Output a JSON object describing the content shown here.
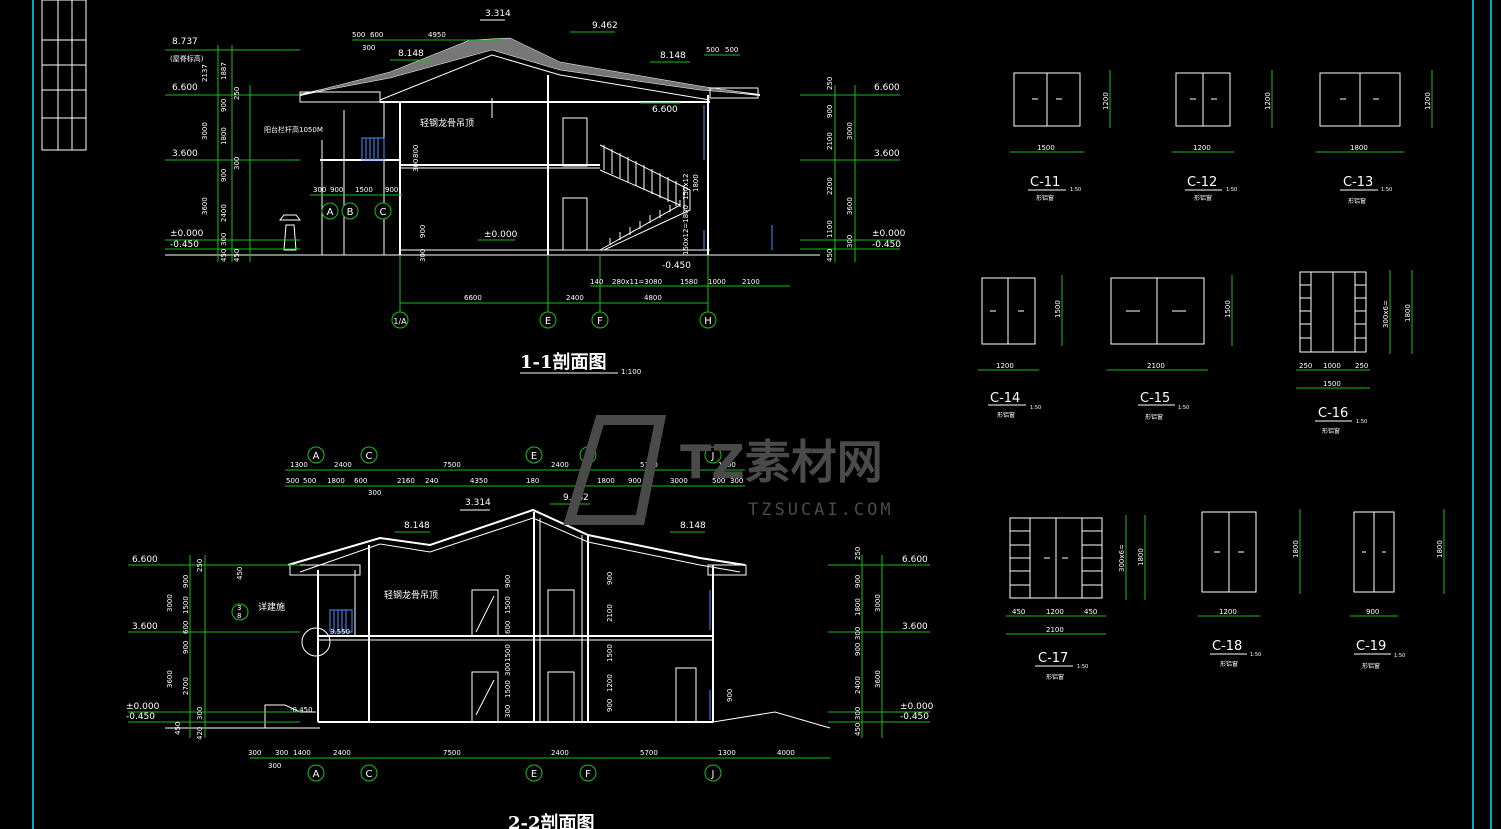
{
  "watermark": {
    "brand": "TZ素材网",
    "url": "TZSUCAI.COM"
  },
  "section1": {
    "title": "1-1剖面图",
    "scale": "1:100",
    "elevations_left": [
      "8.737",
      "6.600",
      "3.600",
      "±0.000",
      "-0.450"
    ],
    "elevations_right": [
      "6.600",
      "3.600",
      "±0.000",
      "-0.450"
    ],
    "ridge_marks": [
      "3.314",
      "9.462",
      "8.148",
      "8.148",
      "6.600",
      "±0.000",
      "-0.450"
    ],
    "top_dims": [
      "500",
      "600",
      "300",
      "4950",
      "500",
      "500"
    ],
    "note_left": "(屋脊标高)",
    "note_rail": "阳台栏杆高1050M",
    "note_ceiling": "轻钢龙骨吊顶",
    "left_vdims": [
      "2137",
      "1887",
      "250",
      "900",
      "1800",
      "3000",
      "300",
      "900",
      "2400",
      "3600",
      "300",
      "450",
      "450"
    ],
    "right_vdims": [
      "250",
      "900",
      "2100",
      "3000",
      "2200",
      "3600",
      "1100",
      "450",
      "300"
    ],
    "stair_dims": [
      "150x12",
      "1800",
      "150x12=1800"
    ],
    "mid_dims": [
      "300",
      "900",
      "1500",
      "900",
      "800",
      "300",
      "900",
      "300"
    ],
    "bottom_dims": [
      "140",
      "280x11=3080",
      "1580",
      "1000",
      "2100",
      "6600",
      "2400",
      "4800"
    ],
    "axes_small": [
      "A",
      "B",
      "C"
    ],
    "axes": [
      "1/A",
      "E",
      "F",
      "H"
    ]
  },
  "section2": {
    "title": "2-2剖面图",
    "axes_top": [
      "A",
      "C",
      "E",
      "F",
      "J"
    ],
    "axes_bottom": [
      "A",
      "C",
      "E",
      "F",
      "J"
    ],
    "dims_row1": [
      "1300",
      "2400",
      "7500",
      "2400",
      "5700",
      "1300"
    ],
    "dims_row2": [
      "500",
      "500",
      "1800",
      "600",
      "2160",
      "240",
      "4350",
      "180",
      "1800",
      "900",
      "3000",
      "500",
      "300"
    ],
    "dims_row2b": [
      "300"
    ],
    "ridge_marks": [
      "3.314",
      "9.462",
      "8.148",
      "8.148"
    ],
    "elevations_left": [
      "6.600",
      "3.600",
      "±0.000",
      "-0.450"
    ],
    "elevations_right": [
      "6.600",
      "3.600",
      "±0.000",
      "-0.450"
    ],
    "note_ceiling": "轻钢龙骨吊顶",
    "note_detail": "详建施",
    "detail_ref": [
      "3",
      "8"
    ],
    "mark_3550": "3.550",
    "mark_0450": "-0.450",
    "left_vdims": [
      "250",
      "900",
      "450",
      "3000",
      "1500",
      "600",
      "900",
      "2700",
      "3600",
      "300",
      "450",
      "420"
    ],
    "right_vdims": [
      "250",
      "900",
      "1800",
      "3000",
      "300",
      "900",
      "2400",
      "3600",
      "300",
      "450"
    ],
    "interior_vdims": [
      "900",
      "1500",
      "600",
      "1500",
      "300",
      "1500",
      "900",
      "2100",
      "1500",
      "1200",
      "900",
      "300",
      "900"
    ],
    "bottom_dims": [
      "300",
      "300",
      "1400",
      "2400",
      "7500",
      "2400",
      "5700",
      "1300",
      "4000"
    ],
    "bottom_dims2": [
      "300"
    ]
  },
  "windows": [
    {
      "id": "C-11",
      "width": "1500",
      "height": "1200",
      "scale": "1:50",
      "type": "形铝窗"
    },
    {
      "id": "C-12",
      "width": "1200",
      "height": "1200",
      "scale": "1:50",
      "type": "形铝窗"
    },
    {
      "id": "C-13",
      "width": "1800",
      "height": "1200",
      "scale": "1:50",
      "type": "形铝窗"
    },
    {
      "id": "C-14",
      "width": "1200",
      "height": "1500",
      "scale": "1:50",
      "type": "形铝窗"
    },
    {
      "id": "C-15",
      "width": "2100",
      "height": "1500",
      "scale": "1:50",
      "type": "形铝窗"
    },
    {
      "id": "C-16",
      "width": "1500",
      "height": "1800",
      "scale": "1:50",
      "type": "形铝窗",
      "sub": [
        "250",
        "1000",
        "250"
      ],
      "vsub": "300x6="
    },
    {
      "id": "C-17",
      "width": "2100",
      "height": "1800",
      "scale": "1:50",
      "type": "形铝窗",
      "sub": [
        "450",
        "1200",
        "450"
      ],
      "vsub": "300x6="
    },
    {
      "id": "C-18",
      "width": "1200",
      "height": "1800",
      "scale": "1:50",
      "type": "形铝窗"
    },
    {
      "id": "C-19",
      "width": "900",
      "height": "1800",
      "scale": "1:50",
      "type": "形铝窗"
    }
  ],
  "colors": {
    "background": "#000000",
    "frame": "#00e6ff",
    "dim": "#18c018",
    "line": "#ffffff",
    "rail": "#4a90ff"
  }
}
